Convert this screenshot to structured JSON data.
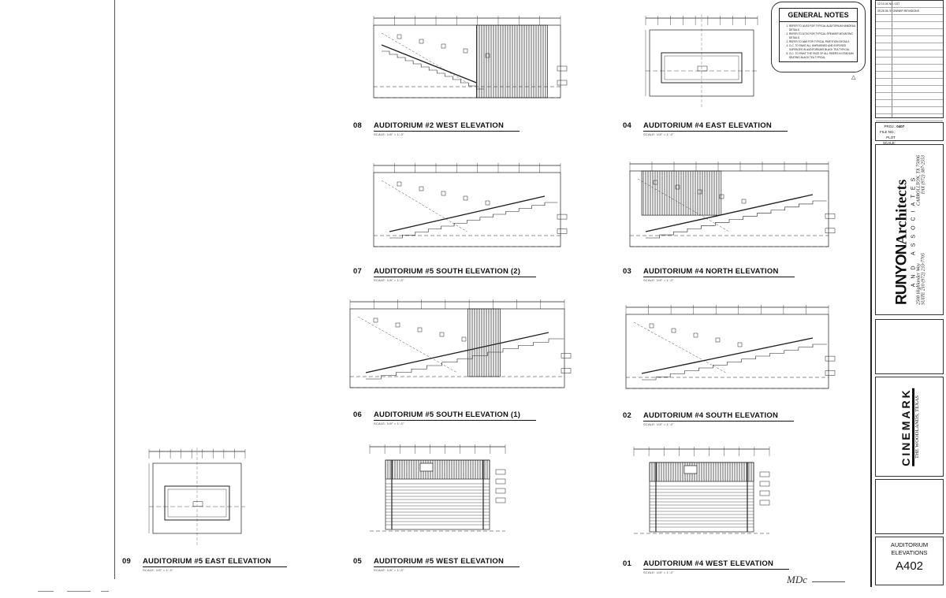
{
  "drawings": [
    {
      "id": "08",
      "title": "AUDITORIUM #2 WEST ELEVATION",
      "scale": "SCALE: 1/8\" = 1'-0\""
    },
    {
      "id": "04",
      "title": "AUDITORIUM #4 EAST ELEVATION",
      "scale": "SCALE: 1/8\" = 1'-0\""
    },
    {
      "id": "07",
      "title": "AUDITORIUM #5 SOUTH ELEVATION (2)",
      "scale": "SCALE: 1/8\" = 1'-0\""
    },
    {
      "id": "03",
      "title": "AUDITORIUM #4 NORTH ELEVATION",
      "scale": "SCALE: 1/8\" = 1'-0\""
    },
    {
      "id": "06",
      "title": "AUDITORIUM #5 SOUTH ELEVATION (1)",
      "scale": "SCALE: 1/8\" = 1'-0\""
    },
    {
      "id": "02",
      "title": "AUDITORIUM #4 SOUTH ELEVATION",
      "scale": "SCALE: 1/8\" = 1'-0\""
    },
    {
      "id": "09",
      "title": "AUDITORIUM #5 EAST ELEVATION",
      "scale": "SCALE: 1/8\" = 1'-0\""
    },
    {
      "id": "05",
      "title": "AUDITORIUM #5 WEST ELEVATION",
      "scale": "SCALE: 1/8\" = 1'-0\""
    },
    {
      "id": "01",
      "title": "AUDITORIUM #4 WEST ELEVATION",
      "scale": "SCALE: 1/8\" = 1'-0\""
    }
  ],
  "general_notes": {
    "title": "GENERAL NOTES",
    "items": [
      "REFER TO A1/03 FOR TYPICAL AUDITORIUM HANDRAIL DETAILS",
      "REFER TO A7/10 FOR TYPICAL SPEAKER MOUNTING DETAILS",
      "REFER TO A6/0 FOR TYPICAL PARTITION DETAILS",
      "G.C. TO PAINT ALL UNFINISHED AND EXPOSED SURFACES IN AUDITORIUMS BLACK TEA TYPICAL",
      "G.C. TO PAINT THE FACE OF ALL RISERS IN STADIUM SEATING BLACK TEA TYPICAL"
    ]
  },
  "title_block": {
    "revisions": [
      "12.10.04 NO. 1ST",
      "05.25.05 /1\\ OWNER REVISIONS"
    ],
    "proj_label": "PROJ.:",
    "proj_value": "0407",
    "file_label": "FILE NO.:",
    "plot_label": "PLOT SCALE:",
    "architect_name_bold": "RUNYON",
    "architect_name": "Architects",
    "architect_sub": "AND ASSOCIATES",
    "address_line1": "2508 Highlander Way",
    "address_line2": "SUITE 210 (972) 233-7705",
    "city": "CARROLLTON, TX 75006",
    "fax": "FAX (972) 387-2553",
    "client": "CINEMARK",
    "location": "THE WOODLANDS, TEXAS",
    "sheet_title_1": "AUDITORIUM",
    "sheet_title_2": "ELEVATIONS",
    "sheet_number": "A402"
  },
  "signature": "MDc"
}
